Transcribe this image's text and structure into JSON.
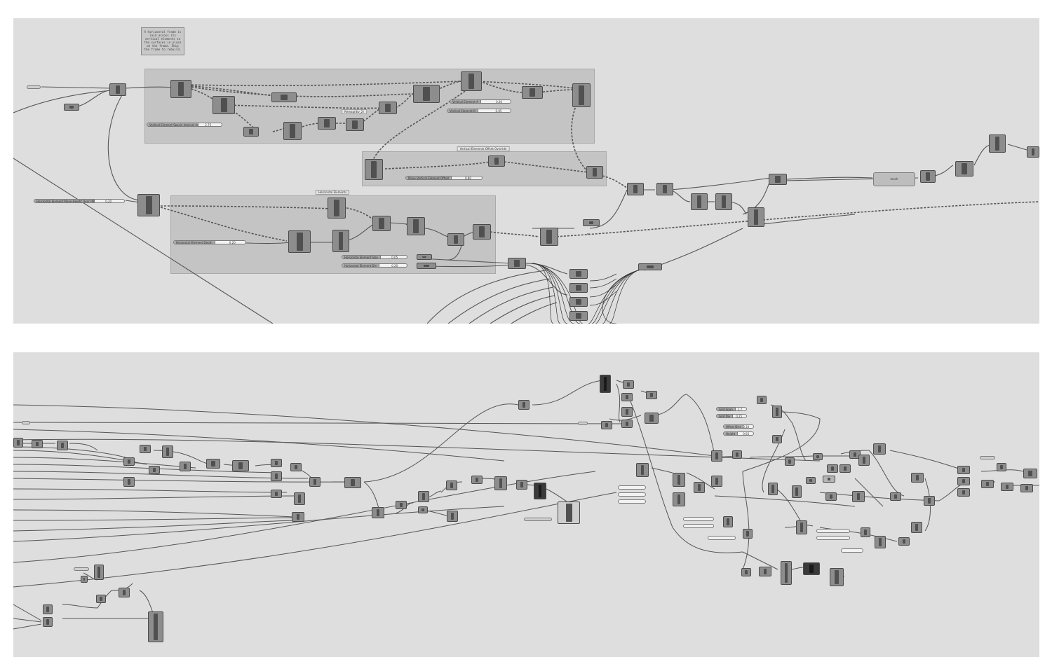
{
  "canvas_top": {
    "scribble_note": "A horizontal frame is laid across its vertical elements so the surfaces in place at the frame. Skip the frame to rebuild.",
    "groups": {
      "horizontal_elements": "Horizontal Elements",
      "vertical_offset_override": "Vertical Elements Offset Override",
      "remap_label": "Remap(div_2)"
    },
    "sliders": {
      "vertical_spacing": {
        "label": "Vertical Element Spacin Interval (m)",
        "value": "2.75"
      },
      "vertical_element_a": {
        "label": "Vertical Element A",
        "value": "0.20"
      },
      "vertical_element_b": {
        "label": "Vertical Element B",
        "value": "0.05"
      },
      "move_vertical_offset": {
        "label": "Move Vertical Element Offset",
        "value": "0.80"
      },
      "horizontal_move_height": {
        "label": "Horizontal Element Move Height Over (M)",
        "value": "0.20"
      },
      "horizontal_depth": {
        "label": "Horizontal Element Depth",
        "value": "0.20"
      },
      "horizontal_size": {
        "label": "Horizontal Element Size",
        "value": "0.05"
      },
      "horizontal_element_div": {
        "label": "Horizontal Element Div",
        "value": "0.20"
      }
    },
    "panel_label": "mesh"
  },
  "canvas_bottom": {
    "left_sliders": [
      {
        "label": "Grid Span",
        "value": "1.7"
      },
      {
        "label": "Grid Div",
        "value": "0.25"
      },
      {
        "label": "Offset Dist",
        "value": "0.30"
      },
      {
        "label": "Height",
        "value": "0.05"
      }
    ]
  },
  "colors": {
    "canvas": "#dedede",
    "group": "#b4b4b4",
    "component": "#8d8d8d",
    "wire": "#555555"
  }
}
